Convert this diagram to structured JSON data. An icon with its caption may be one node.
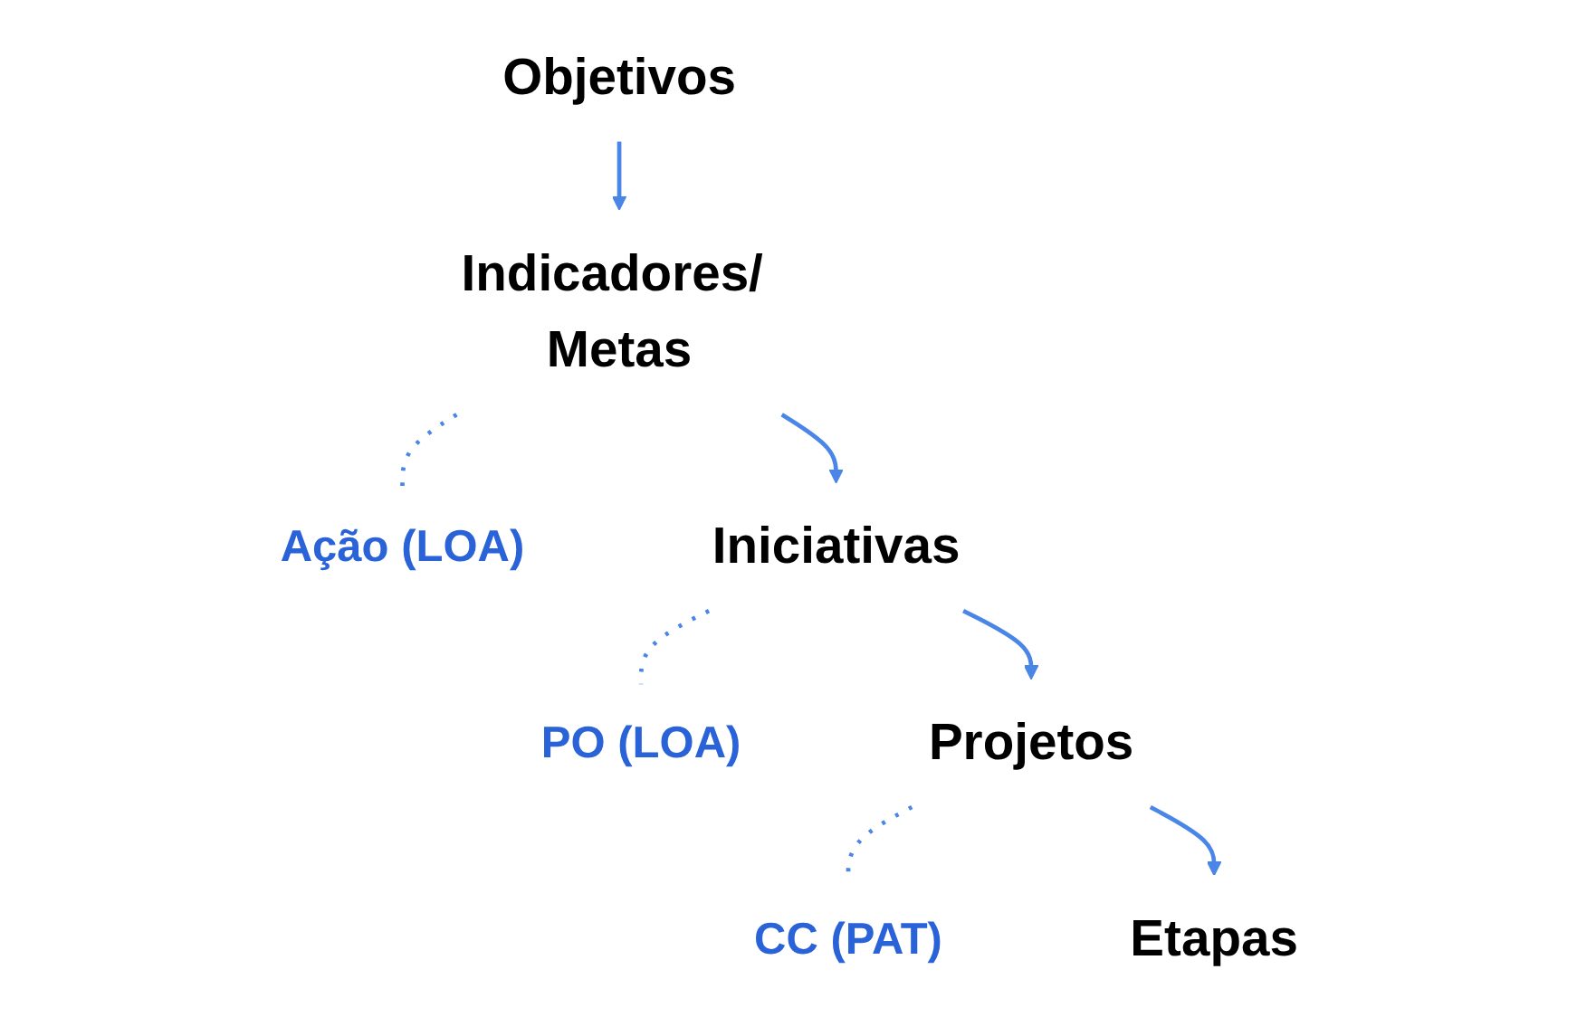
{
  "diagram": {
    "nodes": [
      {
        "text": [
          "Objetivos"
        ]
      },
      {
        "text": [
          "Indicadores/ Metas"
        ]
      },
      {
        "text": [
          "Ação (LOA)"
        ]
      },
      {
        "text": [
          "Iniciativas"
        ]
      },
      {
        "text": [
          "PO (LOA)"
        ]
      },
      {
        "text": [
          "Projetos"
        ]
      },
      {
        "text": [
          "CC (PAT)"
        ]
      },
      {
        "text": [
          "Etapas"
        ]
      }
    ],
    "edges": [
      {
        "from": 0,
        "to": 1,
        "arrow": "to"
      },
      {
        "from": 1,
        "to": 2,
        "arrow": "none",
        "style": "dashed"
      },
      {
        "from": 1,
        "to": 3,
        "arrow": "to"
      },
      {
        "from": 3,
        "to": 4,
        "arrow": "none",
        "style": "dashed"
      },
      {
        "from": 3,
        "to": 5,
        "arrow": "to"
      },
      {
        "from": 5,
        "to": 6,
        "arrow": "none",
        "style": "dashed"
      },
      {
        "from": 5,
        "to": 7,
        "arrow": "to"
      }
    ]
  }
}
